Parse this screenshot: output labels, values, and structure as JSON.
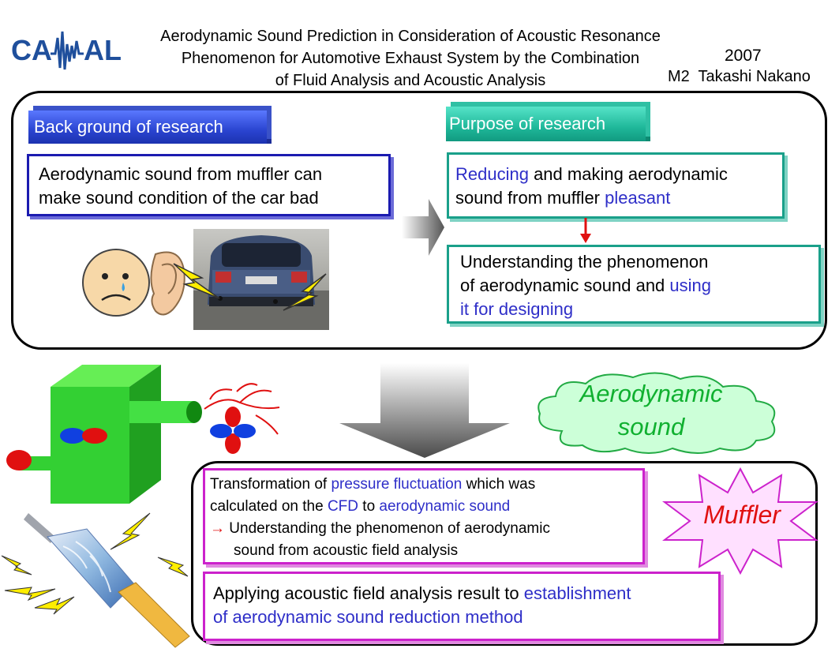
{
  "header": {
    "logo_text": "CAMAL",
    "title_lines": [
      "Aerodynamic Sound Prediction in Consideration of Acoustic Resonance",
      "Phenomenon for Automotive Exhaust System by the Combination",
      "of Fluid Analysis and Acoustic Analysis"
    ],
    "year": "2007",
    "author": "M2  Takashi Nakano"
  },
  "background": {
    "heading": "Back ground of research",
    "text_lines": [
      "Aerodynamic sound from muffler can",
      "make sound condition of the car bad"
    ]
  },
  "purpose": {
    "heading": "Purpose of research",
    "box1": {
      "w1": "Reducing",
      "t1": " and making aerodynamic",
      "t2": "sound from muffler ",
      "w2": "pleasant"
    },
    "box2": {
      "line1": "Understanding the phenomenon",
      "line2a": "of aerodynamic sound and ",
      "line2b": "using",
      "line3": "it for designing"
    }
  },
  "method": {
    "box1": {
      "l1a": "Transformation of ",
      "l1b": "pressure fluctuation",
      "l1c": " which was",
      "l2a": "calculated on the ",
      "l2b": "CFD",
      "l2c": " to ",
      "l2d": "aerodynamic sound",
      "arrow": "→",
      "l3": " Understanding the phenomenon of aerodynamic",
      "l4": "sound from acoustic field analysis"
    },
    "box2": {
      "l1a": "Applying acoustic field analysis result to ",
      "l1b": "establishment",
      "l2": "of aerodynamic sound reduction method"
    }
  },
  "labels": {
    "cloud_lines": [
      "Aerodynamic",
      "sound"
    ],
    "burst": "Muffler"
  },
  "colors": {
    "accent_blue": "#2e2ec8",
    "accent_red": "#e01010",
    "accent_green": "#10b030",
    "box_blue": "#1b1bb0",
    "box_teal": "#1aa08a",
    "box_pink": "#cc22cc"
  }
}
